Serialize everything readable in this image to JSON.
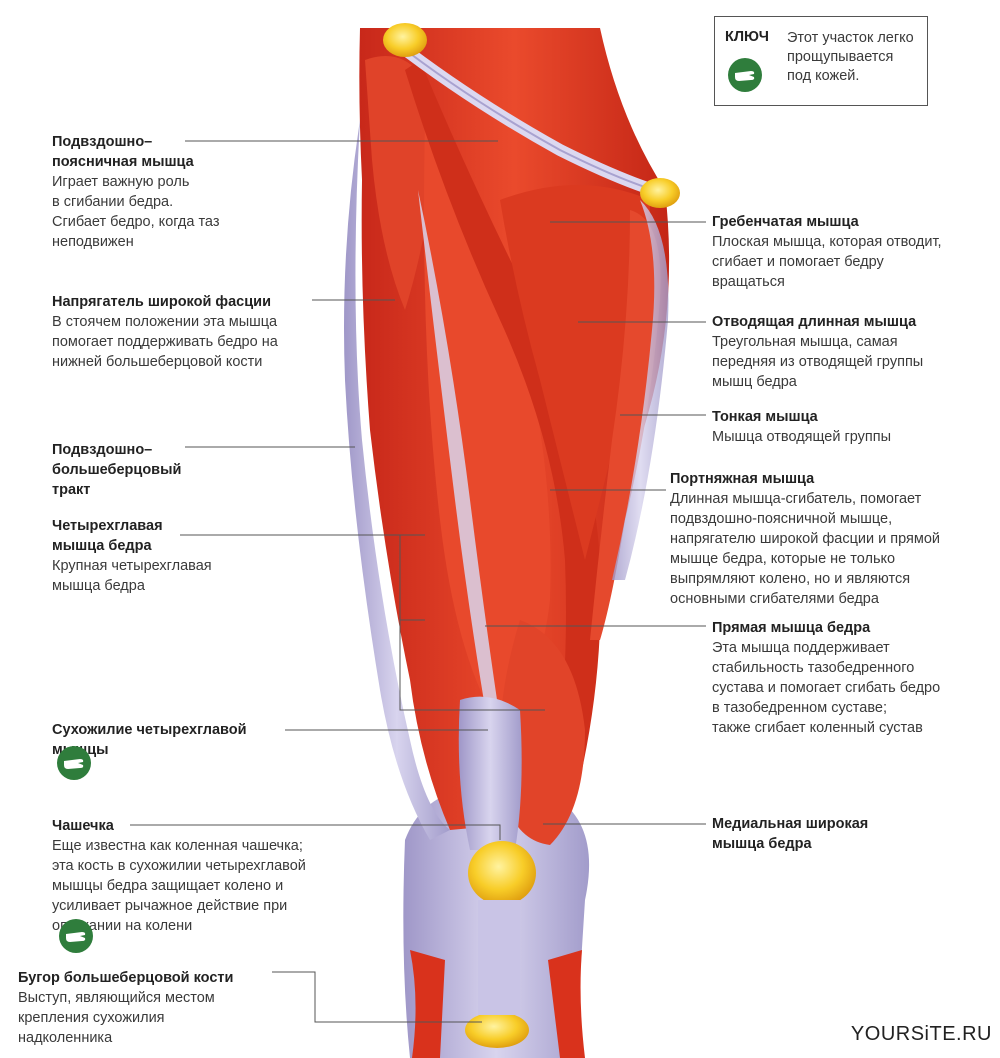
{
  "key": {
    "title": "КЛЮЧ",
    "text": "Этот участок легко\nпрощупывается\nпод кожей."
  },
  "labels": {
    "iliopsoas": {
      "title": "Подвздошно–\nпоясничная мышца",
      "desc": "Играет важную роль\nв сгибании бедра.\nСгибает бедро, когда таз\nнеподвижен"
    },
    "tfl": {
      "title": "Напрягатель широкой фасции",
      "desc": "В стоячем положении эта мышца\nпомогает поддерживать бедро на\nнижней большеберцовой кости"
    },
    "it_tract": {
      "title": "Подвздошно–\nбольшеберцовый\nтракт",
      "desc": ""
    },
    "quadriceps": {
      "title": "Четырехглавая\n мышца бедра",
      "desc": "Крупная четырехглавая\nмышца бедра"
    },
    "quad_tendon": {
      "title": "Сухожилие четырехглавой\nмышцы",
      "desc": ""
    },
    "patella": {
      "title": "Чашечка",
      "desc": "Еще известна как коленная чашечка;\nэта кость в сухожилии четырехглавой\nмышцы бедра защищает колено и\nусиливает рычажное действие при\nопускании на колени"
    },
    "tibial_tuberosity": {
      "title": "Бугор большеберцовой кости",
      "desc": "Выступ, являющийся местом\nкрепления сухожилия\nнадколенника"
    },
    "pectineus": {
      "title": "Гребенчатая мышца",
      "desc": "Плоская мышца, которая отводит,\nсгибает и помогает бедру\nвращаться"
    },
    "adductor_longus": {
      "title": "Отводящая длинная мышца",
      "desc": "Треугольная мышца, самая\nпередняя из отводящей группы\nмышц бедра"
    },
    "gracilis": {
      "title": "Тонкая мышца",
      "desc": "Мышца отводящей группы"
    },
    "sartorius": {
      "title": "Портняжная мышца",
      "desc": "Длинная мышца-сгибатель, помогает\nподвздошно-поясничной мышце,\nнапрягателю широкой фасции и прямой\nмышце бедра, которые не только\nвыпрямляют колено, но и являются\nосновными сгибателями бедра"
    },
    "rectus_femoris": {
      "title": "Прямая мышца бедра",
      "desc": "Эта мышца поддерживает\nстабильность тазобедренного\nсустава и помогает сгибать бедро\nв тазобедренном суставе;\nтакже сгибает коленный сустав"
    },
    "vastus_medialis": {
      "title": "Медиальная широкая\nмышца бедра",
      "desc": ""
    }
  },
  "watermark": "YOURSiTE.RU",
  "colors": {
    "muscle": "#d9321c",
    "tendon": "#b9b4dc",
    "bone": "#f5c21a",
    "badge": "#2f7d3c"
  }
}
